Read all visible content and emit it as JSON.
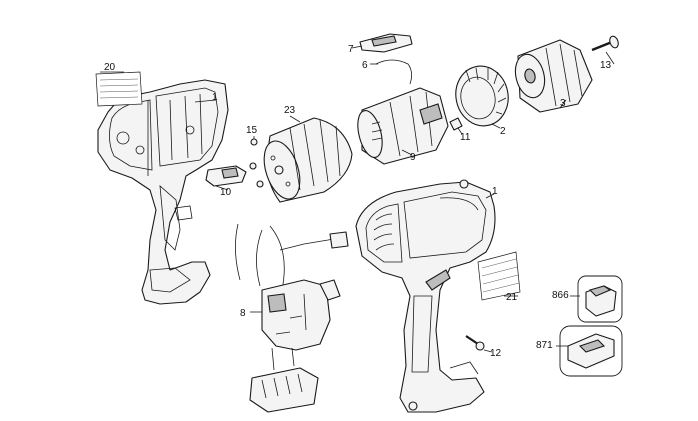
{
  "callouts": [
    {
      "id": "part-1-left-housing",
      "label": "1"
    },
    {
      "id": "part-1-right-housing",
      "label": "1"
    },
    {
      "id": "part-2",
      "label": "2"
    },
    {
      "id": "part-3",
      "label": "3"
    },
    {
      "id": "part-6",
      "label": "6"
    },
    {
      "id": "part-7",
      "label": "7"
    },
    {
      "id": "part-8",
      "label": "8"
    },
    {
      "id": "part-9",
      "label": "9"
    },
    {
      "id": "part-10",
      "label": "10"
    },
    {
      "id": "part-11",
      "label": "11"
    },
    {
      "id": "part-12",
      "label": "12"
    },
    {
      "id": "part-13",
      "label": "13"
    },
    {
      "id": "part-15",
      "label": "15"
    },
    {
      "id": "part-20",
      "label": "20"
    },
    {
      "id": "part-21",
      "label": "21"
    },
    {
      "id": "part-23",
      "label": "23"
    },
    {
      "id": "part-866",
      "label": "866"
    },
    {
      "id": "part-871",
      "label": "871"
    }
  ]
}
